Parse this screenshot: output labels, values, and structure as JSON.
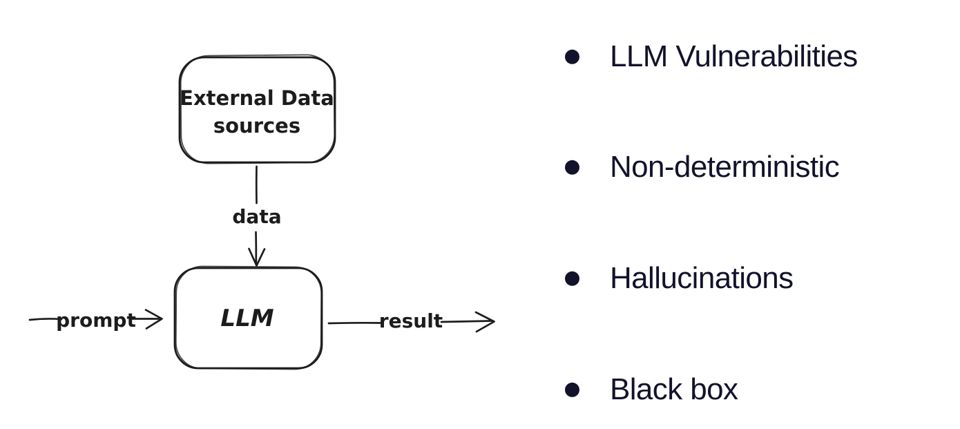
{
  "diagram": {
    "external_node": {
      "line1": "External Data",
      "line2": "sources"
    },
    "llm_node": {
      "label": "LLM"
    },
    "edges": {
      "data_label": "data",
      "prompt_label": "prompt",
      "result_label": "result"
    }
  },
  "bullets": {
    "items": [
      {
        "label": "LLM Vulnerabilities"
      },
      {
        "label": "Non-deterministic"
      },
      {
        "label": "Hallucinations"
      },
      {
        "label": "Black box"
      }
    ]
  },
  "colors": {
    "background": "#ffffff",
    "diagram_stroke": "#1c1c1c",
    "list_text": "#12122b",
    "bullet_dot": "#12122b"
  }
}
